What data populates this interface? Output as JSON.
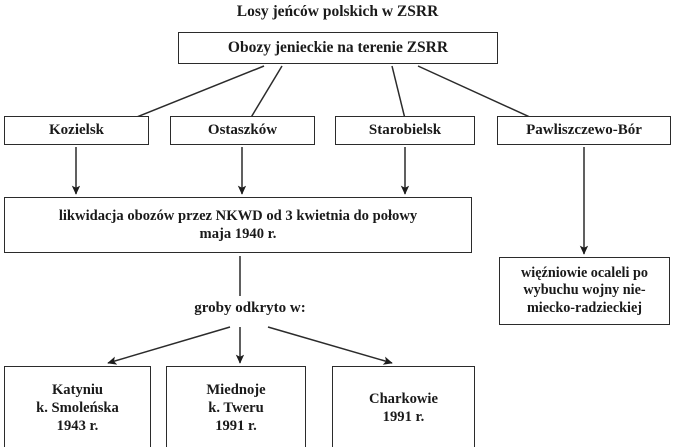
{
  "title": "Losy jeńców polskich w ZSRR",
  "root": {
    "label": "Obozy jenieckie na terenie ZSRR"
  },
  "camps": [
    {
      "label": "Kozielsk"
    },
    {
      "label": "Ostaszków"
    },
    {
      "label": "Starobielsk"
    },
    {
      "label": "Pawliszczewo-Bór"
    }
  ],
  "liquidation": {
    "line1": "likwidacja obozów przez NKWD od 3 kwietnia do połowy",
    "line2": "maja 1940 r."
  },
  "survivors": {
    "line1": "więźniowie ocaleli po",
    "line2": "wybuchu wojny nie-",
    "line3": "miecko-radzieckiej"
  },
  "graves_label": "groby odkryto w:",
  "graves": [
    {
      "line1": "Katyniu",
      "line2": "k. Smoleńska",
      "line3": "1943 r."
    },
    {
      "line1": "Miednoje",
      "line2": "k. Tweru",
      "line3": "1991 r."
    },
    {
      "line1": "Charkowie",
      "line2": "1991 r.",
      "line3": ""
    }
  ],
  "colors": {
    "background": "#ffffff",
    "stroke": "#2b2b2b",
    "text": "#1a1a1a"
  }
}
